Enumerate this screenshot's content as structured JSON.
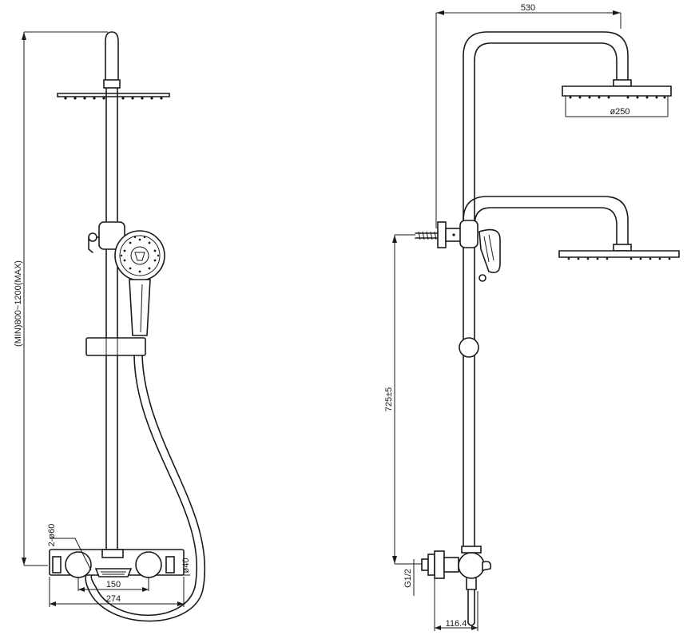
{
  "dimensions": {
    "top_width": "530",
    "head_diameter": "ø250",
    "height_range": "(MIN)800~1200(MAX)",
    "outlet_height": "725±5",
    "connector_thread": "G1/2",
    "connector_depth": "116.4",
    "eccentric_count": "2-ø60",
    "pipe_diameter": "ø40",
    "center_distance": "150",
    "body_width": "274"
  },
  "colors": {
    "line": "#1a1a1a",
    "background": "#ffffff"
  }
}
